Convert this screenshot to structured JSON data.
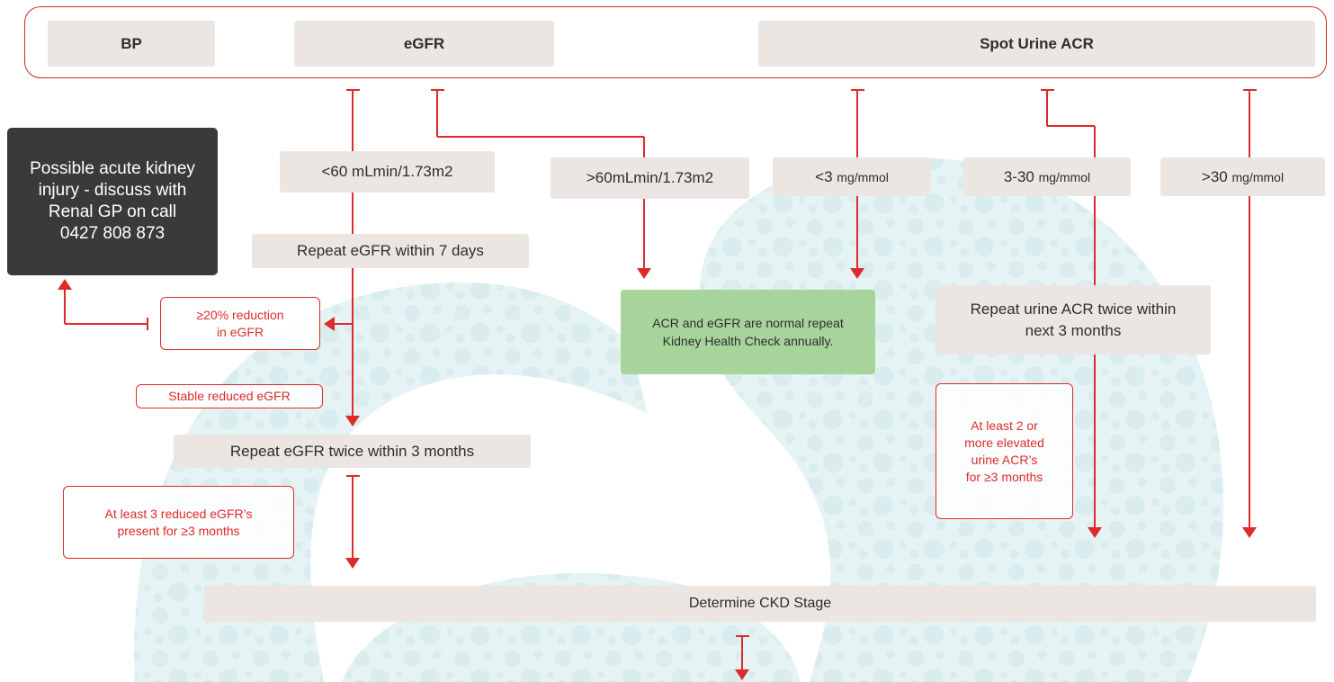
{
  "header": {
    "bp": "BP",
    "egfr": "eGFR",
    "spot_urine_acr": "Spot Urine ACR"
  },
  "aki_box": {
    "lines": [
      "Possible acute kidney",
      "injury - discuss with",
      "Renal GP on call",
      "0427 808 873"
    ]
  },
  "conditions": {
    "egfr_low": "<60 mLmin/1.73m2",
    "egfr_normal": ">60mLmin/1.73m2",
    "acr_low_value": "<3",
    "acr_low_unit": "mg/mmol",
    "acr_mid_value": "3-30",
    "acr_mid_unit": "mg/mmol",
    "acr_high_value": ">30",
    "acr_high_unit": "mg/mmol"
  },
  "steps": {
    "repeat_egfr_7": "Repeat eGFR within 7 days",
    "repeat_egfr_twice": "Repeat eGFR twice within 3 months",
    "repeat_acr_twice_lines": [
      "Repeat urine ACR twice within",
      "next 3 months"
    ],
    "determine_ckd": "Determine CKD Stage",
    "normal_result_lines": [
      "ACR and eGFR are normal repeat",
      "Kidney Health Check annually."
    ]
  },
  "notes": {
    "reduction_lines": [
      "≥20% reduction",
      "in eGFR"
    ],
    "stable": "Stable reduced eGFR",
    "three_reduced_lines": [
      "At least 3 reduced eGFR’s",
      "present for ≥3 months"
    ],
    "elevated_acr_lines": [
      "At least 2 or",
      "more elevated",
      "urine ACR’s",
      "for ≥3 months"
    ]
  },
  "colors": {
    "arrow_red": "#dd2b2b",
    "grey_box": "#ebe6e2",
    "dark_box": "#3a3a3a",
    "green_box": "#a7d49b",
    "bg_teal": "#e3f1f2"
  }
}
